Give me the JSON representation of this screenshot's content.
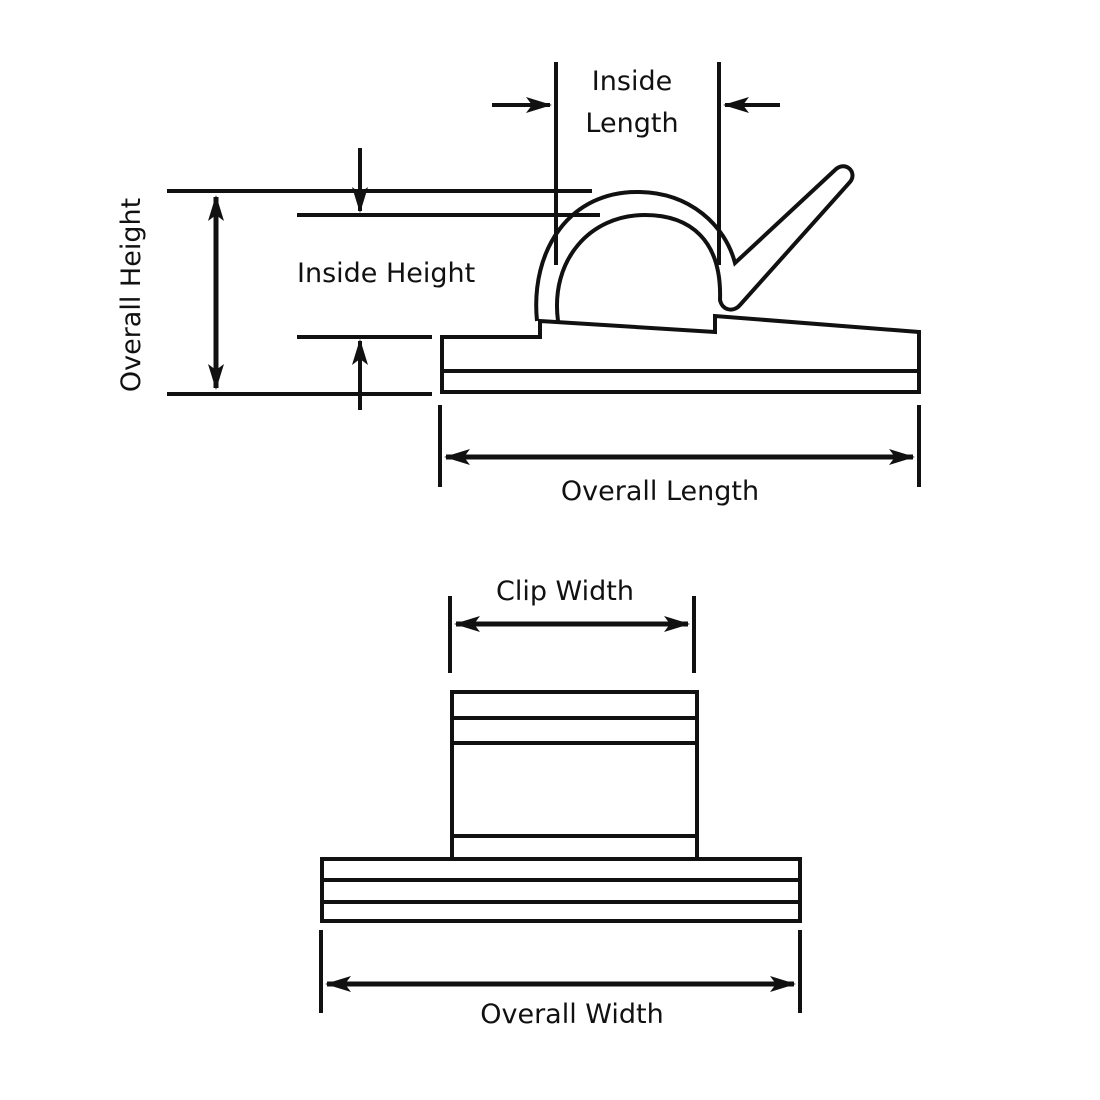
{
  "labels": {
    "inside_length": [
      "Inside",
      "Length"
    ],
    "inside_height": "Inside Height",
    "overall_height": "Overall Height",
    "overall_length": "Overall Length",
    "clip_width": "Clip Width",
    "overall_width": "Overall Width"
  },
  "colors": {
    "line": "#111111",
    "background": "#ffffff"
  }
}
